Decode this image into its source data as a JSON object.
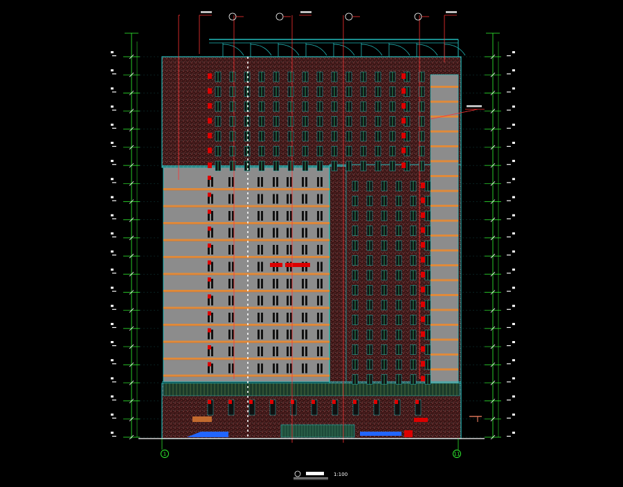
{
  "drawing": {
    "axis_labels": {
      "left": "1",
      "right": "11"
    },
    "scale": "1:100",
    "storeys": 21,
    "colors": {
      "background": "#000000",
      "facade_hatch": "#5a2a2a",
      "frame": "#22bbbb",
      "dimension": "#33ff33",
      "leader": "#ff3333",
      "window_red": "#dd0000",
      "balcony_orange": "#e08a3a",
      "wall_gray": "#8c8c8c",
      "glass_blue": "#2266ff"
    }
  }
}
